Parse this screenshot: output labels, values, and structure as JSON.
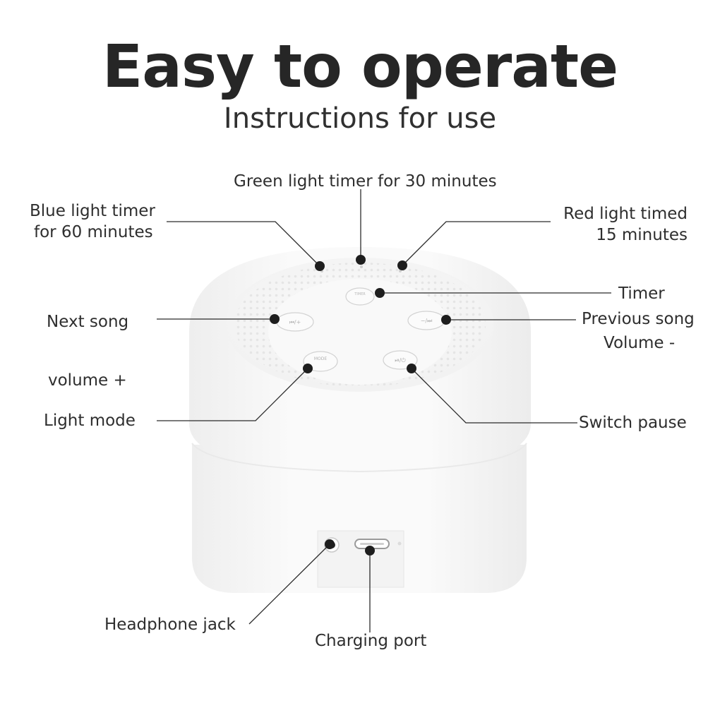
{
  "header": {
    "title": "Easy to operate",
    "subtitle": "Instructions for use"
  },
  "device": {
    "buttons": {
      "timer": "TIMER",
      "next": "⏮/+",
      "previous": "−/⏭",
      "mode": "MODE",
      "play": "⏯/⏻"
    }
  },
  "labels": {
    "green_light": "Green light timer for 30 minutes",
    "blue_light_line1": "Blue light timer",
    "blue_light_line2": "for 60 minutes",
    "red_light_line1": "Red light timed",
    "red_light_line2": "15 minutes",
    "timer": "Timer",
    "next_song": "Next song",
    "previous_song": "Previous song",
    "volume_minus": "Volume -",
    "volume_plus": "volume +",
    "light_mode": "Light mode",
    "switch_pause": "Switch pause",
    "headphone_jack": "Headphone jack",
    "charging_port": "Charging port"
  },
  "colors": {
    "title": "#262626",
    "text": "#2e2e2e",
    "device_body": "#f7f7f7",
    "leader_line": "#2b2b2b"
  }
}
